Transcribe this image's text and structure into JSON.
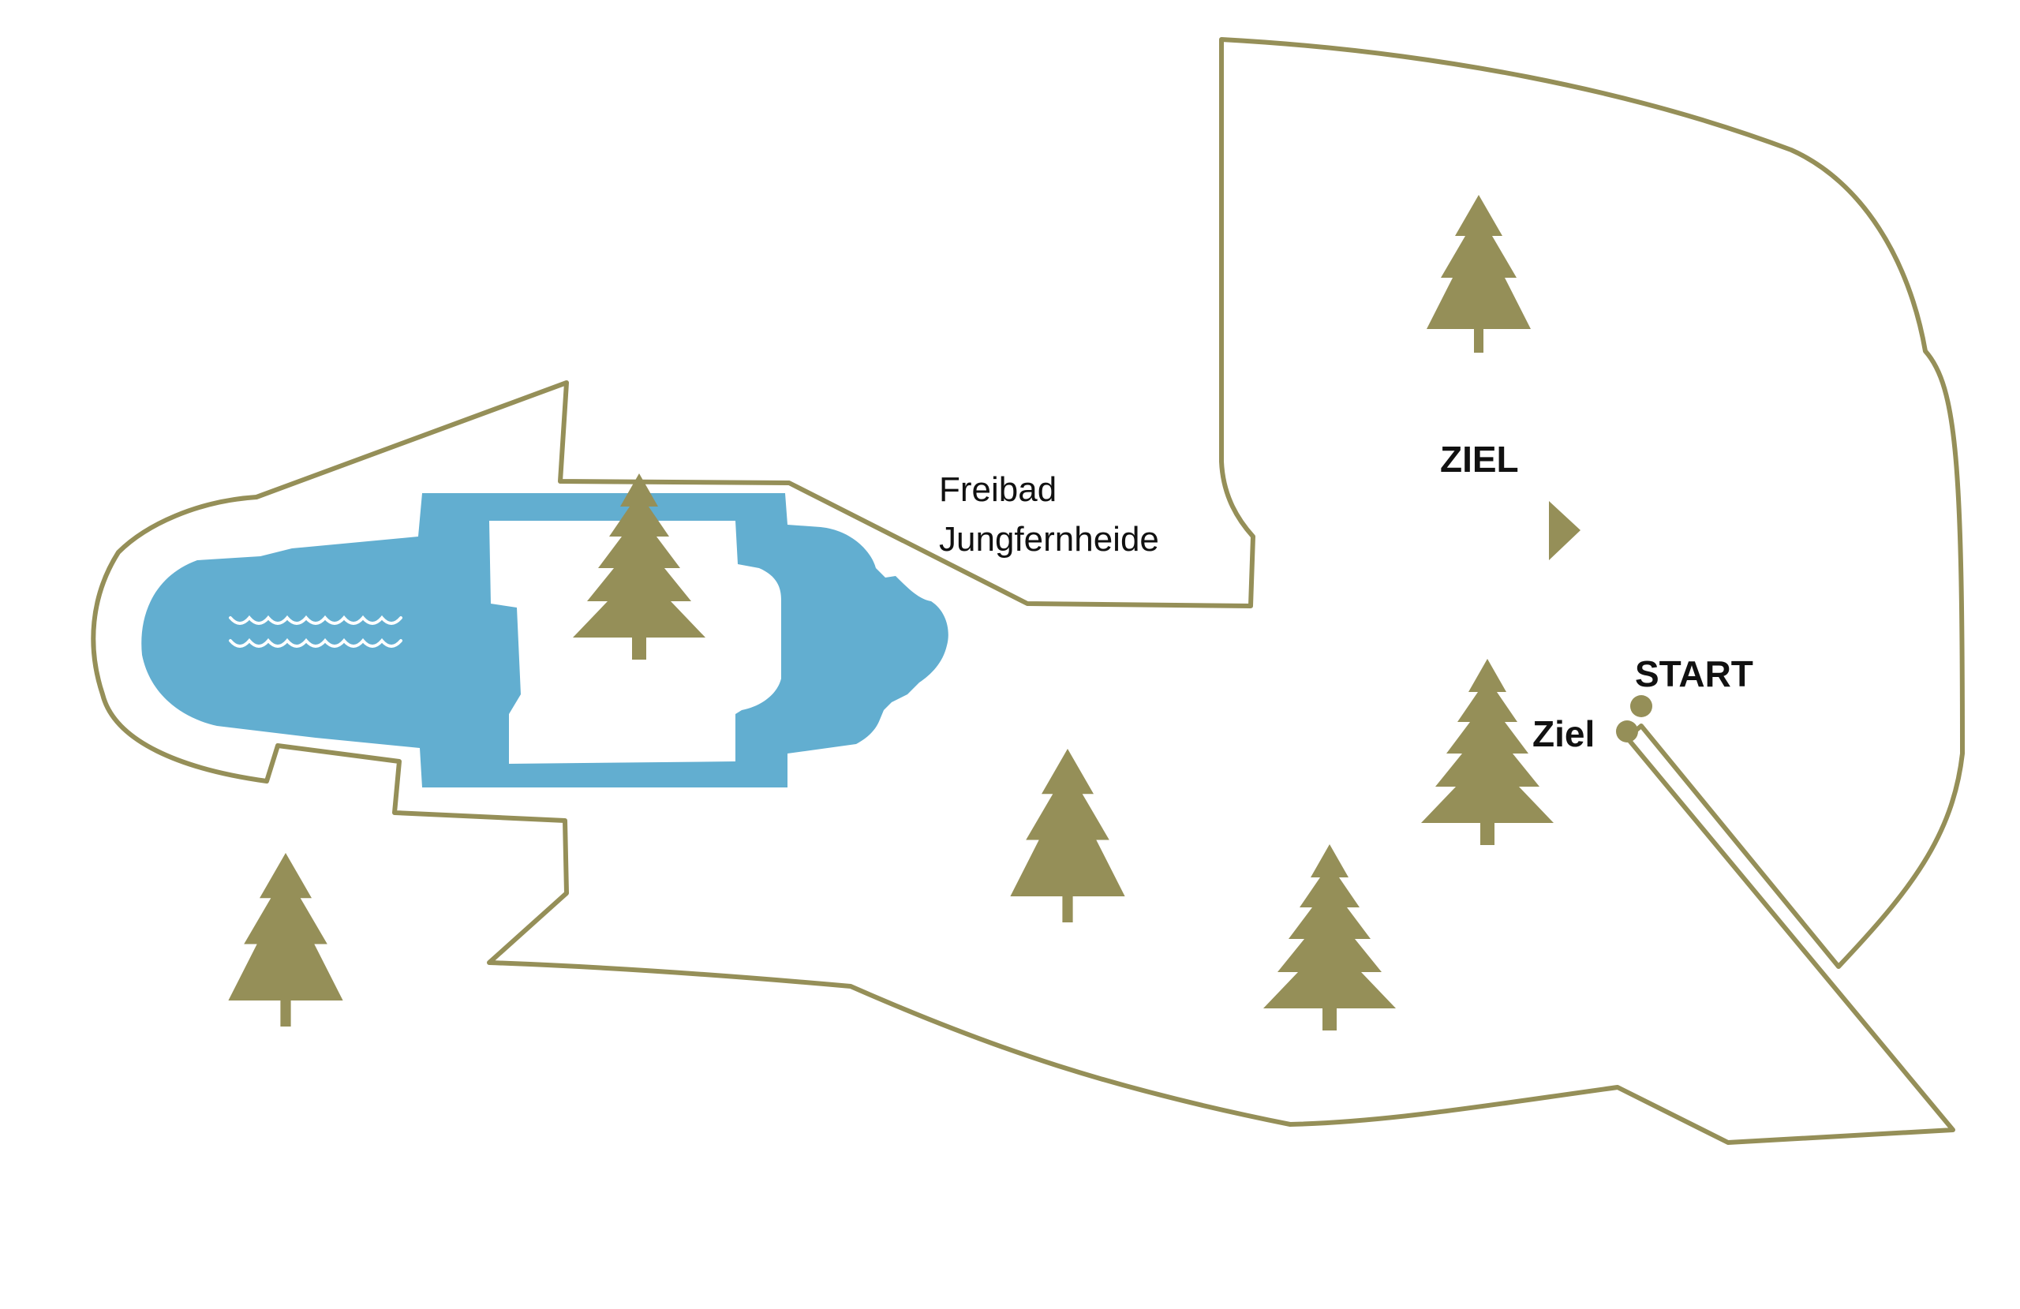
{
  "labels": {
    "freibad_line1": "Freibad",
    "freibad_line2": "Jungfernheide",
    "ziel_upper": "ZIEL",
    "start": "START",
    "ziel_lower": "Ziel"
  },
  "colors": {
    "route": "#958f58",
    "tree": "#958f58",
    "water": "#62aed0",
    "waves": "#ffffff",
    "text": "#111111",
    "background": "#ffffff"
  },
  "icons": {
    "tree": "fir-tree-icon",
    "direction": "triangle-arrow-icon",
    "water": "waves-icon",
    "marker": "circle-marker-icon"
  }
}
